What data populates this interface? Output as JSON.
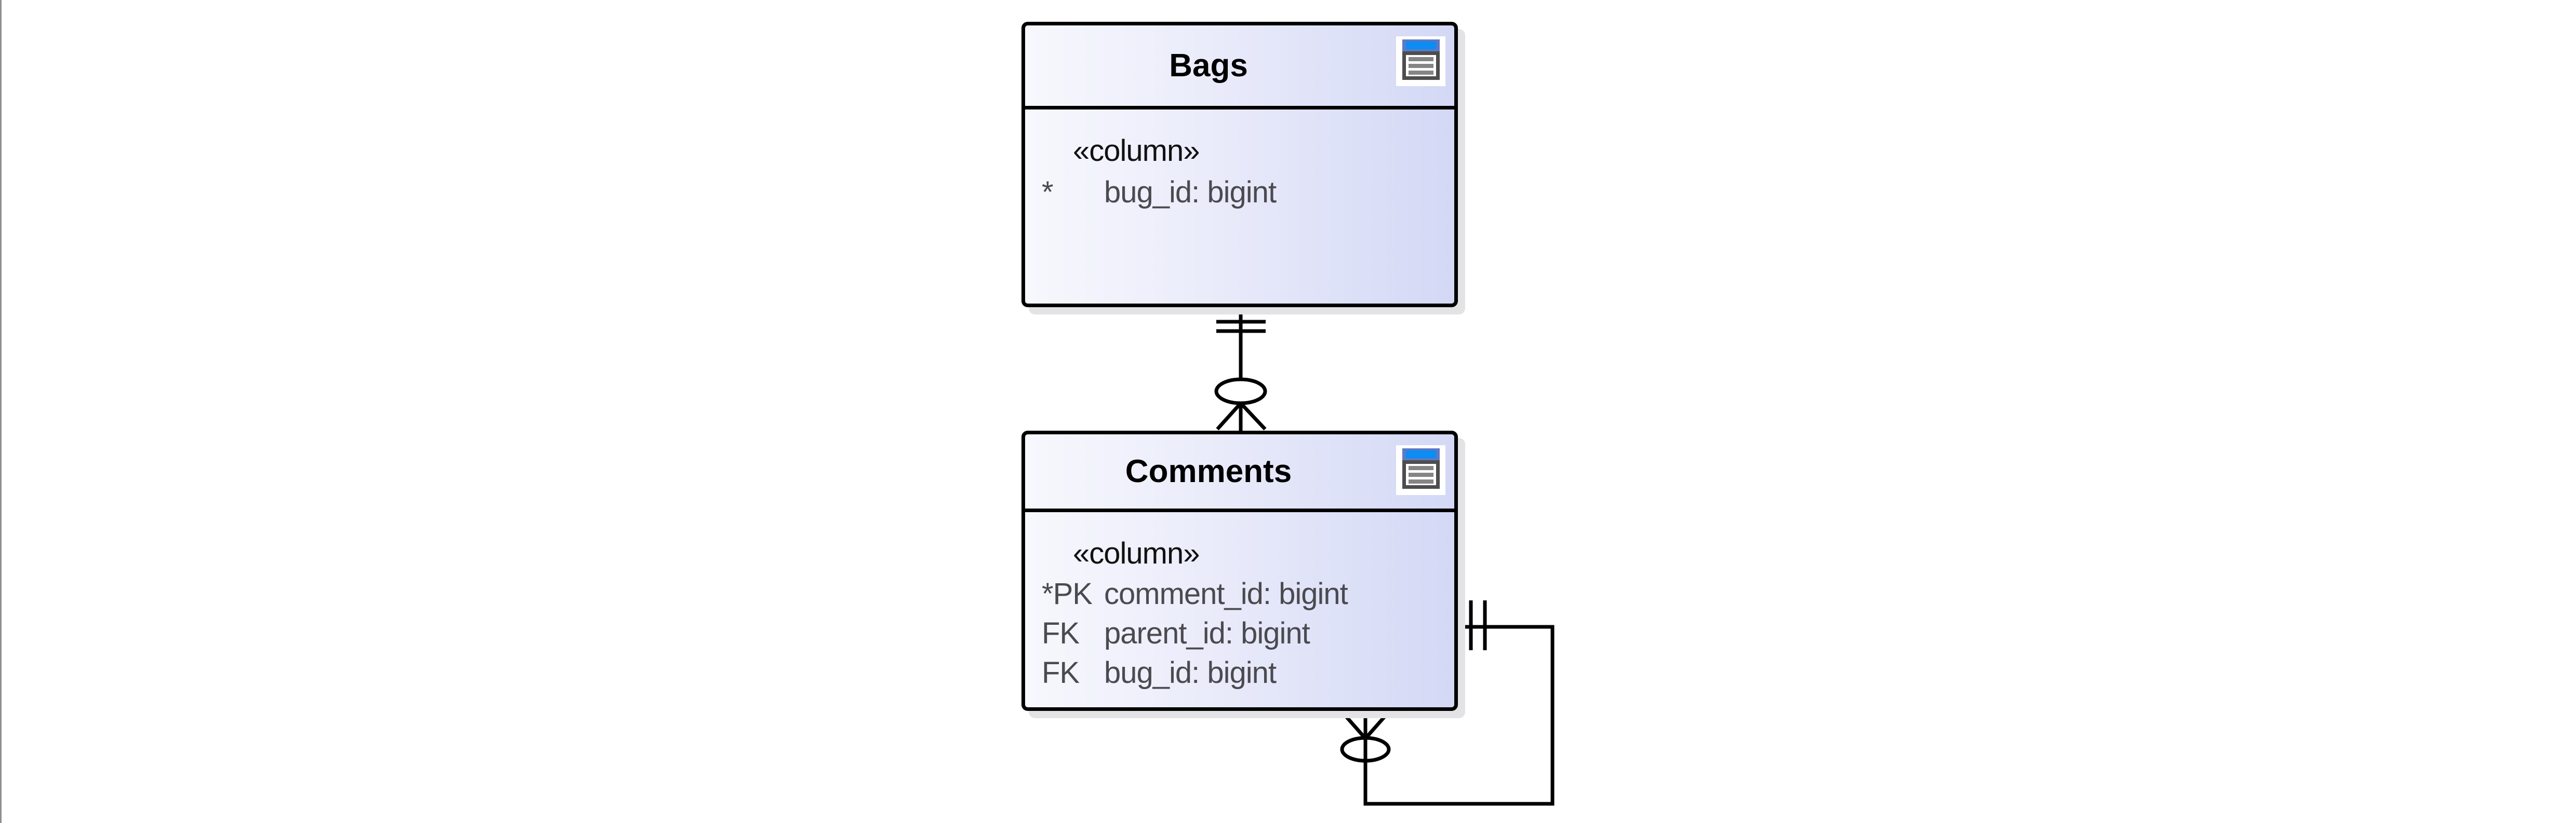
{
  "canvas": {
    "background": "#ffffff"
  },
  "entities": [
    {
      "title": "Bags",
      "stereotype": "«column»",
      "icon": "table-icon",
      "columns": [
        {
          "key": "*",
          "name": "bug_id: bigint"
        }
      ]
    },
    {
      "title": "Comments",
      "stereotype": "«column»",
      "icon": "table-icon",
      "columns": [
        {
          "key": "*PK",
          "name": "comment_id: bigint"
        },
        {
          "key": "FK",
          "name": "parent_id: bigint"
        },
        {
          "key": "FK",
          "name": "bug_id: bigint"
        }
      ]
    }
  ],
  "relationships": [
    {
      "from": "Bags",
      "to": "Comments",
      "from_cardinality": "one-and-only-one",
      "to_cardinality": "zero-or-many"
    },
    {
      "from": "Comments",
      "to": "Comments",
      "from_cardinality": "one-and-only-one",
      "to_cardinality": "zero-or-many",
      "note": "self-reference"
    }
  ],
  "colors": {
    "canvas_bg": "#ffffff",
    "edge_line": "#8f8f8f",
    "box_border": "#000000",
    "box_gradient_start": "#f7f8fd",
    "box_gradient_end": "#d3d8f5",
    "shadow": "#e3e3e6",
    "stereotype_text": "#111111",
    "row_text": "#4a4a4f",
    "icon_titlebar": "#5b79c6",
    "icon_titlebar_inner": "#0d8cf2",
    "icon_frame": "#4d4d4d",
    "icon_lines": "#858585"
  }
}
